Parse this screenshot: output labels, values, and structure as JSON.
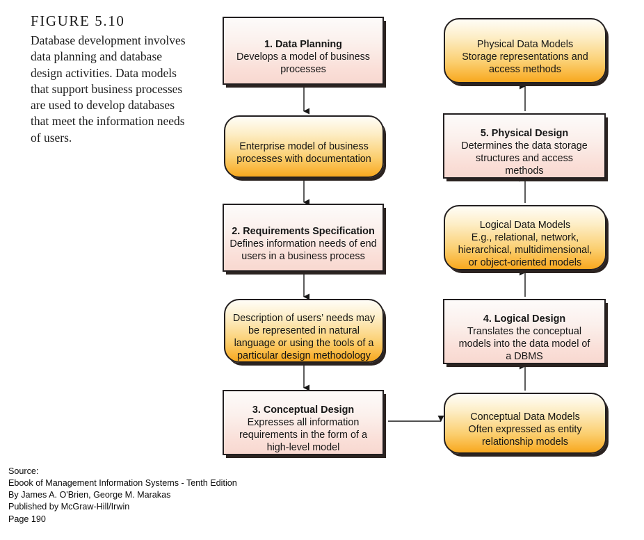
{
  "figure": {
    "title": "FIGURE 5.10",
    "caption": "Database development involves data planning and database design activities. Data models that support business processes are used to develop databases that meet the information needs of users."
  },
  "diagram": {
    "type": "flowchart",
    "columns": [
      "design-stages",
      "data-models"
    ],
    "palette": {
      "stage_fill_top": "#fdfbfa",
      "stage_fill_bottom": "#f8d8d0",
      "artifact_fill_top": "#fffdf7",
      "artifact_fill_bottom": "#f7a81f",
      "border": "#231f20",
      "shadow": "#2b2320",
      "text": "#161616",
      "background": "#ffffff"
    },
    "nodes": [
      {
        "id": "data-planning",
        "shape": "rectangle",
        "kind": "stage",
        "heading": "1. Data Planning",
        "body": "Develops a model of business processes"
      },
      {
        "id": "enterprise-model",
        "shape": "rounded",
        "kind": "artifact",
        "heading": "",
        "body": "Enterprise model of business processes with documentation"
      },
      {
        "id": "requirements-specification",
        "shape": "rectangle",
        "kind": "stage",
        "heading": "2. Requirements Specification",
        "body": "Defines information needs of end users in a business process"
      },
      {
        "id": "description-of-users-needs",
        "shape": "rounded",
        "kind": "artifact",
        "heading": "",
        "body": "Description of users’ needs may be represented in natural language or using the tools of a particular design methodology"
      },
      {
        "id": "conceptual-design",
        "shape": "rectangle",
        "kind": "stage",
        "heading": "3. Conceptual Design",
        "body": "Expresses all information requirements in the form of a high-level model"
      },
      {
        "id": "conceptual-data-models",
        "shape": "rounded",
        "kind": "artifact",
        "heading": "",
        "body": "Conceptual Data Models Often expressed as entity relationship models"
      },
      {
        "id": "logical-design",
        "shape": "rectangle",
        "kind": "stage",
        "heading": "4. Logical Design",
        "body": "Translates the conceptual models into the data model of a DBMS"
      },
      {
        "id": "logical-data-models",
        "shape": "rounded",
        "kind": "artifact",
        "heading": "",
        "body": "Logical Data Models E.g., relational, network, hierarchical, multidimensional, or object-oriented models"
      },
      {
        "id": "physical-design",
        "shape": "rectangle",
        "kind": "stage",
        "heading": "5. Physical Design",
        "body": "Determines the data storage structures and access methods"
      },
      {
        "id": "physical-data-models",
        "shape": "rounded",
        "kind": "artifact",
        "heading": "",
        "body": "Physical Data Models Storage representations and access methods"
      }
    ],
    "edges": [
      {
        "from": "data-planning",
        "to": "enterprise-model",
        "direction": "down"
      },
      {
        "from": "enterprise-model",
        "to": "requirements-specification",
        "direction": "down"
      },
      {
        "from": "requirements-specification",
        "to": "description-of-users-needs",
        "direction": "down"
      },
      {
        "from": "description-of-users-needs",
        "to": "conceptual-design",
        "direction": "down"
      },
      {
        "from": "conceptual-design",
        "to": "conceptual-data-models",
        "direction": "right"
      },
      {
        "from": "conceptual-data-models",
        "to": "logical-design",
        "direction": "up"
      },
      {
        "from": "logical-design",
        "to": "logical-data-models",
        "direction": "up"
      },
      {
        "from": "logical-data-models",
        "to": "physical-design",
        "direction": "up"
      },
      {
        "from": "physical-design",
        "to": "physical-data-models",
        "direction": "up"
      }
    ]
  },
  "source": {
    "text": "Source:\nEbook of Management Information Systems - Tenth Edition\nBy James A. O'Brien, George M. Marakas\nPublished by McGraw-Hill/Irwin\nPage 190"
  },
  "node_text": {
    "data_planning_heading": "1. Data Planning",
    "data_planning_body": "Develops a model of business\nprocesses",
    "enterprise_model_body": "Enterprise model of business\nprocesses with documentation",
    "requirements_heading": "2. Requirements Specification",
    "requirements_body": "Defines information needs of end\nusers in a business process",
    "description_body": "Description of users’ needs may\nbe represented in natural\nlanguage or using the tools of a\nparticular design methodology",
    "conceptual_design_heading": "3. Conceptual Design",
    "conceptual_design_body": "Expresses all information\nrequirements in the form of a\nhigh-level model",
    "conceptual_models_body": "Conceptual Data Models\nOften expressed as entity\nrelationship models",
    "logical_design_heading": "4. Logical Design",
    "logical_design_body": "Translates the conceptual\nmodels into the data model of\na DBMS",
    "logical_models_body": "Logical Data Models\nE.g., relational, network,\nhierarchical, multidimensional,\nor object-oriented models",
    "physical_design_heading": "5. Physical Design",
    "physical_design_body": "Determines the data storage\nstructures and access\nmethods",
    "physical_models_body": "Physical Data Models\nStorage representations and\naccess methods"
  }
}
